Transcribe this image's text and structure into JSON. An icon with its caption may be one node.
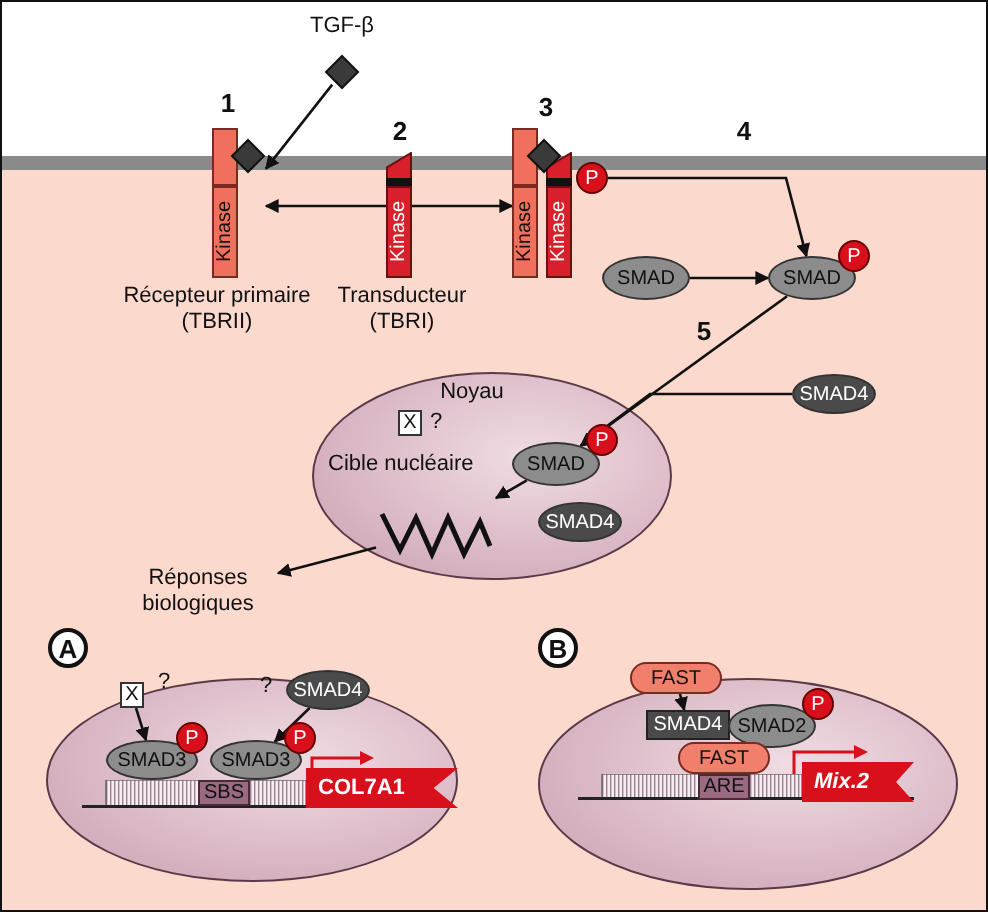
{
  "diagram": {
    "nodes": [
      {
        "text": [
          "TGF-β"
        ]
      },
      {
        "text": [
          "Kinase",
          "Récepteur primaire (TBRII)"
        ],
        "beside": [
          "1"
        ]
      },
      {
        "text": [
          "Kinase",
          "Transducteur (TBRI)"
        ],
        "beside": [
          "2"
        ]
      },
      {
        "text": [
          "Kinase",
          "Kinase",
          "P"
        ],
        "beside": [
          "3"
        ]
      },
      {
        "text": [
          "SMAD"
        ]
      },
      {
        "text": [
          "SMAD",
          "P"
        ]
      },
      {
        "text": [
          "SMAD4"
        ]
      },
      {
        "text": [
          "Noyau"
        ]
      },
      {
        "text": [
          "X"
        ],
        "beside": [
          "?"
        ],
        "in": 7
      },
      {
        "text": [
          "SMAD",
          "P"
        ],
        "in": 7
      },
      {
        "text": [],
        "shape": "wave",
        "in": 7
      },
      {
        "text": [
          "SMAD4"
        ],
        "in": 7
      },
      {
        "text": [
          "Réponses biologiques"
        ]
      },
      {
        "text": [
          "A"
        ]
      },
      {
        "text": [
          "X"
        ],
        "beside": [
          "?"
        ],
        "in": 13
      },
      {
        "text": [
          "SMAD4"
        ],
        "beside": [
          "?"
        ],
        "in": 13
      },
      {
        "text": [
          "SMAD3",
          "P"
        ],
        "in": 13
      },
      {
        "text": [
          "SMAD3",
          "P"
        ],
        "in": 13
      },
      {
        "text": [
          "SBS"
        ],
        "in": 13
      },
      {
        "text": [
          "COL7A1"
        ],
        "in": 13
      },
      {
        "text": [
          "B"
        ]
      },
      {
        "text": [
          "FAST"
        ],
        "in": 20
      },
      {
        "text": [
          "SMAD4"
        ],
        "in": 20
      },
      {
        "text": [
          "SMAD2",
          "P"
        ],
        "in": 20
      },
      {
        "text": [
          "FAST"
        ],
        "in": 20
      },
      {
        "text": [
          "ARE"
        ],
        "in": 20
      },
      {
        "text": [
          "Mix.2"
        ],
        "in": 20
      }
    ],
    "edges": [
      {
        "from": 0,
        "to": 1,
        "arrow": "to"
      },
      {
        "from": 2,
        "to": 1,
        "arrow": "to"
      },
      {
        "from": 2,
        "to": 3,
        "arrow": "to"
      },
      {
        "from": 3,
        "to": 5,
        "arrow": "to",
        "label": "4"
      },
      {
        "from": 4,
        "to": 5,
        "arrow": "to"
      },
      {
        "from": 5,
        "to": 9,
        "arrow": "to",
        "label": "5"
      },
      {
        "from": 6,
        "to": 9,
        "arrow": "to"
      },
      {
        "from": 9,
        "to": 10,
        "arrow": "to"
      },
      {
        "from": 10,
        "to": 12,
        "arrow": "to"
      },
      {
        "from": 14,
        "to": 16,
        "arrow": "to"
      },
      {
        "from": 15,
        "to": 17,
        "arrow": "to"
      },
      {
        "from": 21,
        "to": 22,
        "arrow": "to"
      }
    ],
    "labels": [
      "Cible nucléaire"
    ]
  }
}
